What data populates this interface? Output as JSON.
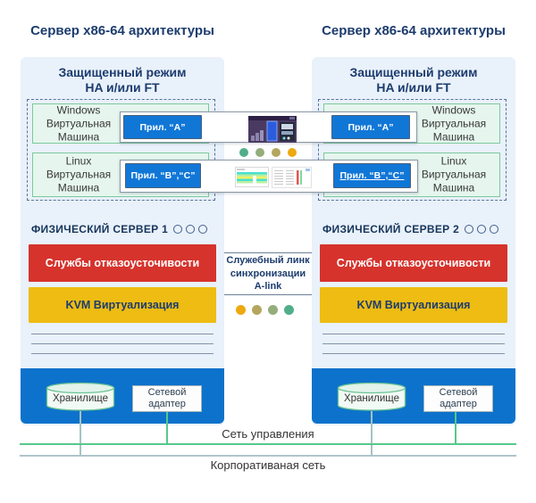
{
  "servers": [
    {
      "title": "Сервер x86-64 архитектуры",
      "protected": [
        "Защищенный режим",
        "HA и/или FT"
      ],
      "vm_windows": [
        "Windows",
        "Виртуальная",
        "Машина"
      ],
      "vm_linux": [
        "Linux",
        "Виртуальная",
        "Машина"
      ],
      "physical": "ФИЗИЧЕСКИЙ СЕРВЕР 1",
      "failover": "Службы отказоусточивости",
      "kvm": "KVM Виртуализация",
      "storage": "Хранилище",
      "adapter": [
        "Сетевой",
        "адаптер"
      ]
    },
    {
      "title": "Сервер x86-64 архитектуры",
      "protected": [
        "Защищенный режим",
        "HA и/или FT"
      ],
      "vm_windows": [
        "Windows",
        "Виртуальная",
        "Машина"
      ],
      "vm_linux": [
        "Linux",
        "Виртуальная",
        "Машина"
      ],
      "physical": "ФИЗИЧЕСКИЙ СЕРВЕР 2",
      "failover": "Службы отказоусточивости",
      "kvm": "KVM Виртуализация",
      "storage": "Хранилище",
      "adapter": [
        "Сетевой",
        "адаптер"
      ]
    }
  ],
  "apps": {
    "a": "Прил. “А”",
    "bc": "Прил. “B”,“C”"
  },
  "sync_link": [
    "Служебный линк",
    "синхронизации",
    "A-link"
  ],
  "networks": {
    "management": "Сеть управления",
    "corporate": "Корпоративаная сеть"
  },
  "dots": {
    "top": [
      "#52ae89",
      "#94ad7d",
      "#b5a65f",
      "#eda90f"
    ],
    "bottom": [
      "#eda90f",
      "#b5a65f",
      "#94ad7d",
      "#52ae89"
    ]
  },
  "colors": {
    "navy_text": "#1c3c6e",
    "panel_bg": "#e9f1fa",
    "vm_green_bg": "#e6f6ee",
    "app_button_blue": "#1177d7",
    "failover_red": "#d6332d",
    "kvm_yellow": "#eebc13",
    "hardware_blue": "#0d72cb",
    "management_net_green": "#57c88b",
    "corporate_net_gray": "#afc3cb"
  }
}
